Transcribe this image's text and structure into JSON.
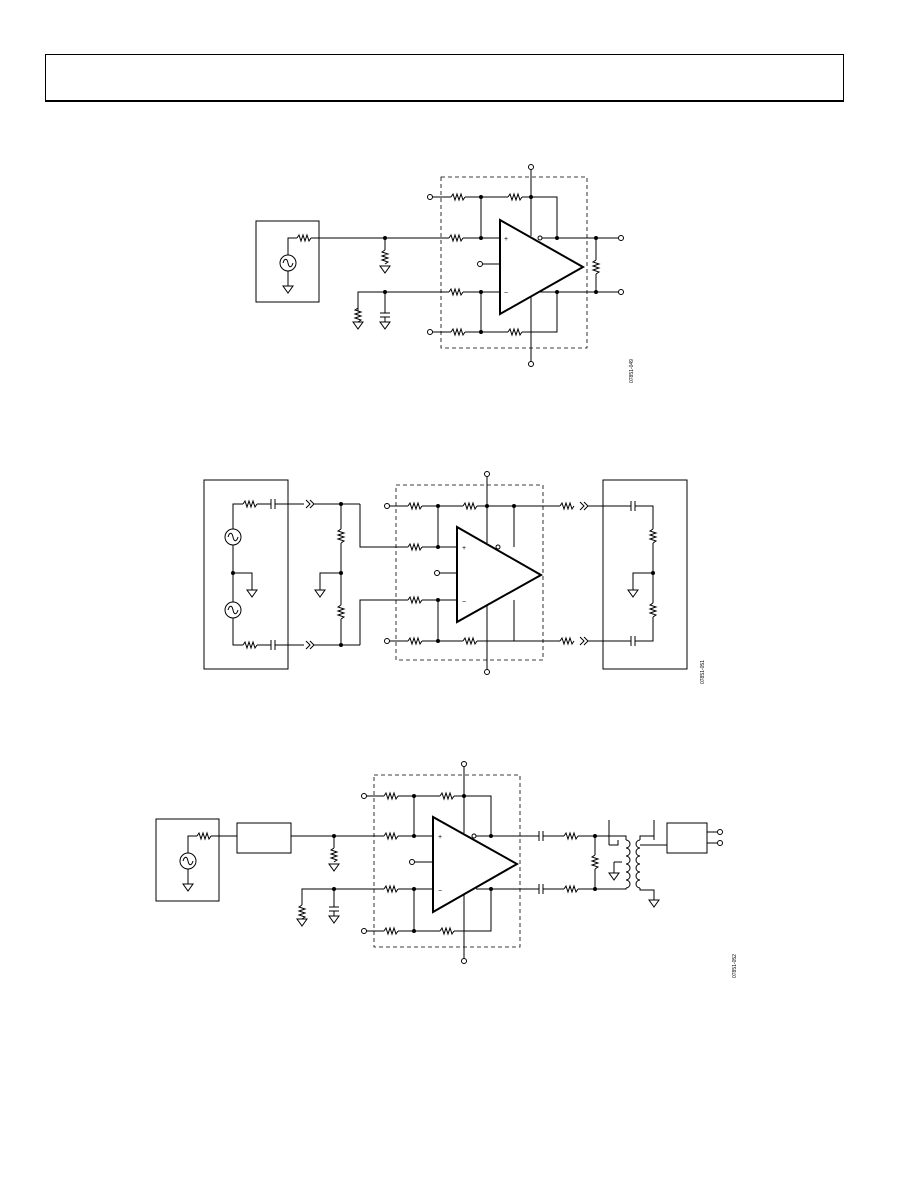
{
  "header": {
    "text": ""
  },
  "figures": [
    {
      "id": "figure-1",
      "plus": "+",
      "minus": "−",
      "tag": "07851-049"
    },
    {
      "id": "figure-2",
      "plus": "+",
      "minus": "−",
      "tag": "07851-051"
    },
    {
      "id": "figure-3",
      "plus": "+",
      "minus": "−",
      "tag": "07851-052"
    }
  ]
}
